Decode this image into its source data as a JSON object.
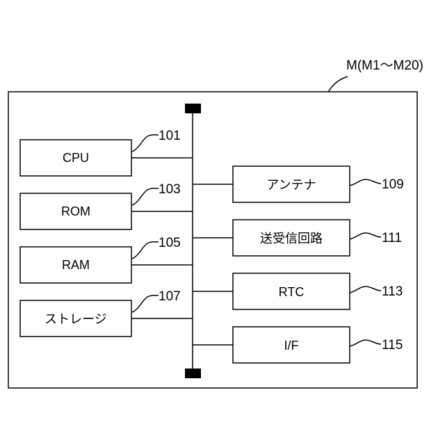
{
  "device_label": "M(M1〜M20)",
  "components": {
    "cpu": {
      "label": "CPU",
      "ref": "101"
    },
    "rom": {
      "label": "ROM",
      "ref": "103"
    },
    "ram": {
      "label": "RAM",
      "ref": "105"
    },
    "storage": {
      "label": "ストレージ",
      "ref": "107"
    },
    "antenna": {
      "label": "アンテナ",
      "ref": "109"
    },
    "transceiver": {
      "label": "送受信回路",
      "ref": "111"
    },
    "rtc": {
      "label": "RTC",
      "ref": "113"
    },
    "interface": {
      "label": "I/F",
      "ref": "115"
    }
  },
  "colors": {
    "stroke": "#000000",
    "background": "#ffffff"
  }
}
